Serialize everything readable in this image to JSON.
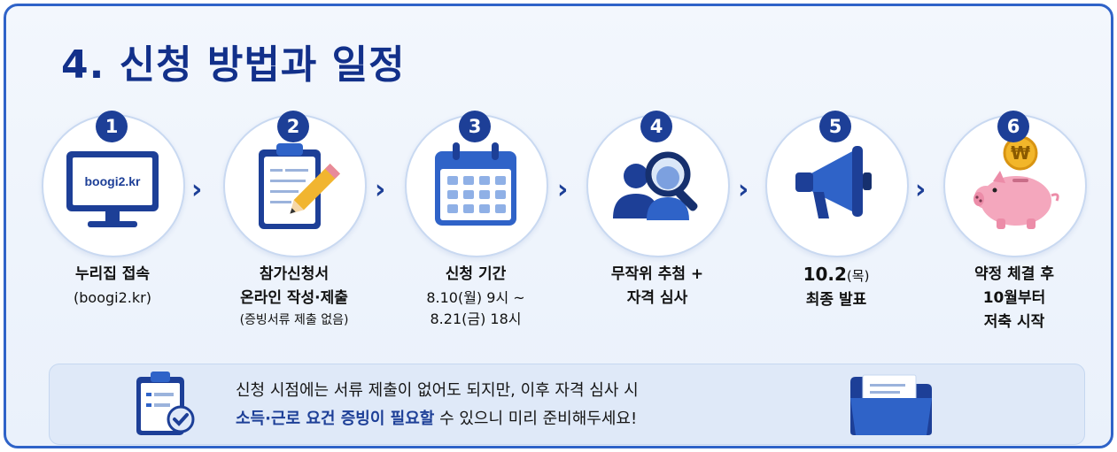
{
  "title": "4. 신청 방법과 일정",
  "steps": [
    {
      "num": "1",
      "line1": "누리집 접속",
      "line2": "(boogi2.kr)",
      "screen_text": "boogi2.kr"
    },
    {
      "num": "2",
      "line1": "참가신청서",
      "line2": "온라인 작성·제출",
      "line3": "(증빙서류 제출 없음)"
    },
    {
      "num": "3",
      "line1": "신청 기간",
      "line2": "8.10(월) 9시 ~",
      "line3": "8.21(금) 18시"
    },
    {
      "num": "4",
      "line1": "무작위 추첨 +",
      "line2": "자격 심사"
    },
    {
      "num": "5",
      "line1_main": "10.2",
      "line1_paren": "(목)",
      "line2": "최종 발표"
    },
    {
      "num": "6",
      "line1": "약정 체결 후",
      "line2": "10월부터",
      "line3": "저축 시작",
      "coin": "₩"
    }
  ],
  "arrow": "›",
  "notice": {
    "line1": "신청 시점에는 서류 제출이 없어도 되지만, 이후 자격 심사 시",
    "line2_highlight": "소득·근로 요건 증빙이 필요할",
    "line2_rest": " 수 있으니 미리 준비해두세요!"
  },
  "colors": {
    "primary": "#1d3f97",
    "accent_blue": "#2f63c8",
    "pink": "#f4a7bd",
    "gold": "#f2b62a",
    "pencil": "#f1b530"
  },
  "icons": [
    "computer-monitor-icon",
    "clipboard-pencil-icon",
    "calendar-icon",
    "people-search-icon",
    "megaphone-icon",
    "piggy-bank-coin-icon",
    "clipboard-check-icon",
    "folder-icon"
  ]
}
